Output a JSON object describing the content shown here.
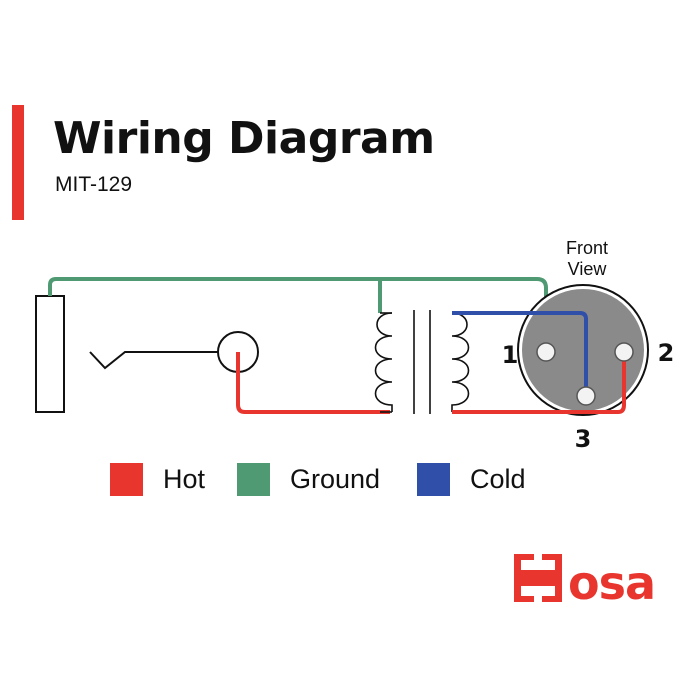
{
  "header": {
    "title": "Wiring Diagram",
    "model": "MIT-129"
  },
  "connector": {
    "view_label_line1": "Front",
    "view_label_line2": "View",
    "pins": [
      "1",
      "2",
      "3"
    ]
  },
  "legend": [
    {
      "label": "Hot",
      "color": "#e8362f"
    },
    {
      "label": "Ground",
      "color": "#4f9a72"
    },
    {
      "label": "Cold",
      "color": "#2f4fa8"
    }
  ],
  "brand": {
    "name": "Hosa",
    "color": "#e8362f"
  },
  "wire_colors": {
    "hot": "#e8362f",
    "ground": "#4f9a72",
    "cold": "#2f4fa8"
  }
}
